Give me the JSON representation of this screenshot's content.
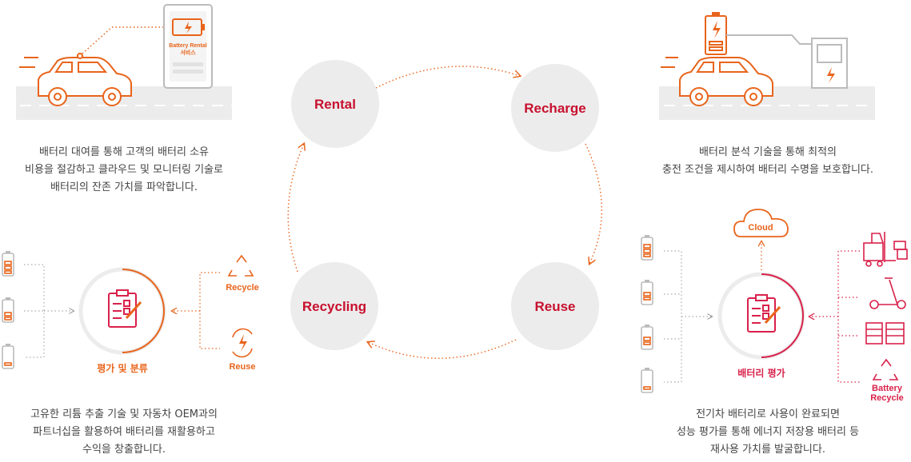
{
  "cycle": {
    "nodes": [
      {
        "label": "Rental"
      },
      {
        "label": "Recharge"
      },
      {
        "label": "Reuse"
      },
      {
        "label": "Recycling"
      }
    ]
  },
  "top_left": {
    "phone_label": "Battery Rental 서비스",
    "description_lines": [
      "배터리 대여를 통해 고객의 배터리 소유",
      "비용을 절감하고 클라우드 및 모니터링 기술로",
      "배터리의 잔존 가치를 파악합니다."
    ]
  },
  "top_right": {
    "description_lines": [
      "배터리 분석 기술을 통해 최적의",
      "충전 조건을 제시하여 배터리 수명을 보호합니다."
    ]
  },
  "bottom_left": {
    "center_label": "평가 및 분류",
    "recycle_label": "Recycle",
    "reuse_label": "Reuse",
    "description_lines": [
      "고유한 리튬 추출 기술 및 자동차 OEM과의",
      "파트너십을 활용하여 배터리를 재활용하고",
      "수익을 창출합니다."
    ]
  },
  "bottom_right": {
    "cloud_label": "Cloud",
    "center_label": "배터리 평가",
    "battery_recycle_label": [
      "Battery",
      "Recycle"
    ],
    "description_lines": [
      "전기차 배터리로 사용이 완료되면",
      "성능 평가를 통해  에너지 저장용 배터리 등",
      "재사용 가치를 발굴합니다."
    ]
  },
  "colors": {
    "orange": "#e8641b",
    "red": "#c8102e",
    "gray_circle": "#ececec"
  }
}
